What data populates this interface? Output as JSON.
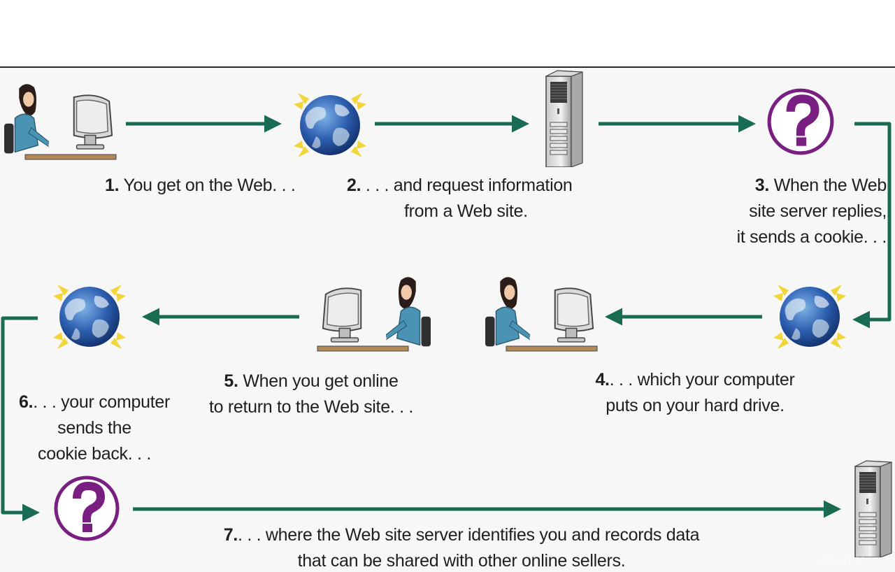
{
  "steps": [
    {
      "num": "1.",
      "lines": [
        "You get on the Web. . ."
      ]
    },
    {
      "num": "2.",
      "lines": [
        ". . . and request information",
        "from a Web site."
      ]
    },
    {
      "num": "3.",
      "lines": [
        "When the Web",
        "site server replies,",
        "it sends a cookie. . ."
      ]
    },
    {
      "num": "4.",
      "lines": [
        ". . . which your computer",
        "puts on your hard drive."
      ]
    },
    {
      "num": "5.",
      "lines": [
        "When you get online",
        "to return to the Web site. . ."
      ]
    },
    {
      "num": "6.",
      "lines": [
        ". . . your computer",
        "sends the",
        "cookie back. . ."
      ]
    },
    {
      "num": "7.",
      "lines": [
        ". . . where the Web site server identifies you and records data",
        "that can be shared with other online sellers."
      ]
    }
  ],
  "watermark": "udemy",
  "colors": {
    "arrow": "#1a6b54",
    "question": "#7a1f82",
    "globe_ocean": "#2d5fb0",
    "spark": "#f0d63a",
    "person_shirt": "#4a93b5",
    "text": "#1f1f1f"
  },
  "icons": [
    "person-at-computer-icon",
    "globe-icon",
    "server-tower-icon",
    "question-mark-icon"
  ]
}
